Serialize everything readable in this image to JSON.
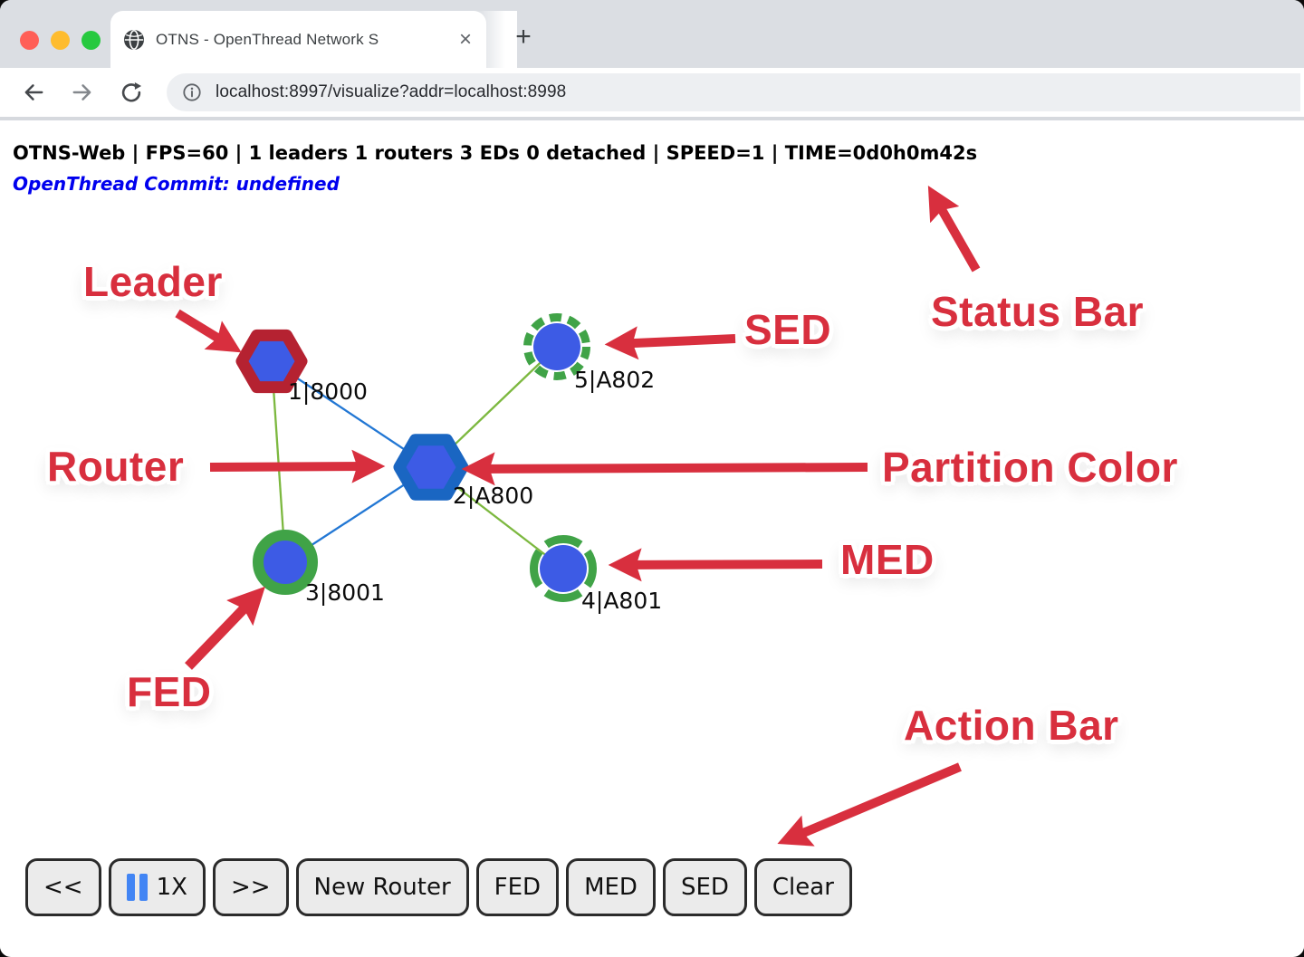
{
  "browser": {
    "tab_title": "OTNS - OpenThread Network S",
    "close_tab_glyph": "×",
    "new_tab_glyph": "+",
    "url": "localhost:8997/visualize?addr=localhost:8998"
  },
  "status_bar": {
    "text": "OTNS-Web | FPS=60 | 1 leaders 1 routers 3 EDs 0 detached | SPEED=1 | TIME=0d0h0m42s"
  },
  "commit_link": {
    "text": "OpenThread Commit: undefined"
  },
  "network": {
    "nodes": [
      {
        "id": 1,
        "type": "leader",
        "label": "1|8000"
      },
      {
        "id": 2,
        "type": "router",
        "label": "2|A800"
      },
      {
        "id": 3,
        "type": "fed",
        "label": "3|8001"
      },
      {
        "id": 4,
        "type": "med",
        "label": "4|A801"
      },
      {
        "id": 5,
        "type": "sed",
        "label": "5|A802"
      }
    ],
    "links": [
      {
        "from": 1,
        "to": 2,
        "color": "blue"
      },
      {
        "from": 1,
        "to": 3,
        "color": "green"
      },
      {
        "from": 2,
        "to": 3,
        "color": "blue"
      },
      {
        "from": 2,
        "to": 5,
        "color": "green"
      },
      {
        "from": 2,
        "to": 4,
        "color": "green"
      }
    ],
    "colors": {
      "partition_blue": "#3d5be5",
      "leader_ring": "#b52231",
      "router_ring": "#1a66c2",
      "child_ring_green": "#40a347",
      "link_blue": "#2277d4",
      "link_green": "#7cb83f"
    }
  },
  "annotations": {
    "color": "#d82f3e",
    "leader": "Leader",
    "router": "Router",
    "fed": "FED",
    "sed": "SED",
    "med": "MED",
    "partition": "Partition Color",
    "status_bar": "Status Bar",
    "action_bar": "Action Bar"
  },
  "action_bar": {
    "rewind": "<<",
    "speed": "1X",
    "fast_forward": ">>",
    "new_router": "New Router",
    "fed": "FED",
    "med": "MED",
    "sed": "SED",
    "clear": "Clear"
  }
}
